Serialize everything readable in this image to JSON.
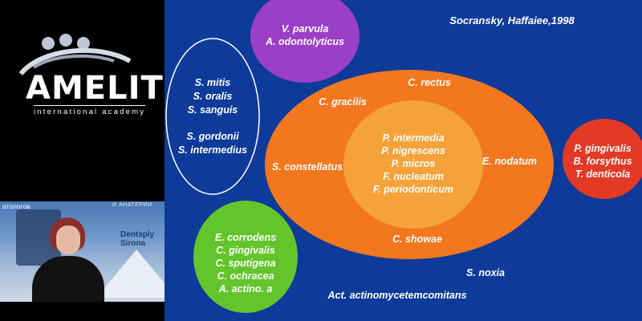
{
  "logo": {
    "wordmark": "AMELIT",
    "tagline": "international academy"
  },
  "webcam": {
    "caption": "атологов",
    "caption_right": "И АНАТЕРИИ",
    "brand_line1": "Dentsply",
    "brand_line2": "Sirona"
  },
  "slide": {
    "citation": "Socransky, Haffaiee,1998",
    "purple_complex": [
      "V. parvula",
      "A. odontolyticus"
    ],
    "blue_complex": [
      "S. mitis",
      "S. oralis",
      "S. sanguis",
      "S. gordonii",
      "S. intermedius"
    ],
    "orange_complex_outer": {
      "top": "C. rectus",
      "upper_left": "C. gracilis",
      "left": "S. constellatus",
      "right": "E. nodatum",
      "bottom": "C. showae"
    },
    "orange_complex_inner": [
      "P. intermedia",
      "P. nigrescens",
      "P. micros",
      "F. nucleatum",
      "F. periodonticum"
    ],
    "red_complex": [
      "P. gingivalis",
      "B. forsythus",
      "T. denticola"
    ],
    "green_complex": [
      "E. corrodens",
      "C. gingivalis",
      "C. sputigena",
      "C. ochracea",
      "A. actino. a"
    ],
    "outside_labels": {
      "s_noxia": "S. noxia",
      "act": "Act. actinomycetemcomitans"
    },
    "colors": {
      "background": "#0e3a9a",
      "purple": "#9b3fc6",
      "orange": "#f2771e",
      "orange_inner": "#f5a23a",
      "red": "#e23a24",
      "green": "#63c52b",
      "blue_outline": "#ffffff"
    }
  }
}
